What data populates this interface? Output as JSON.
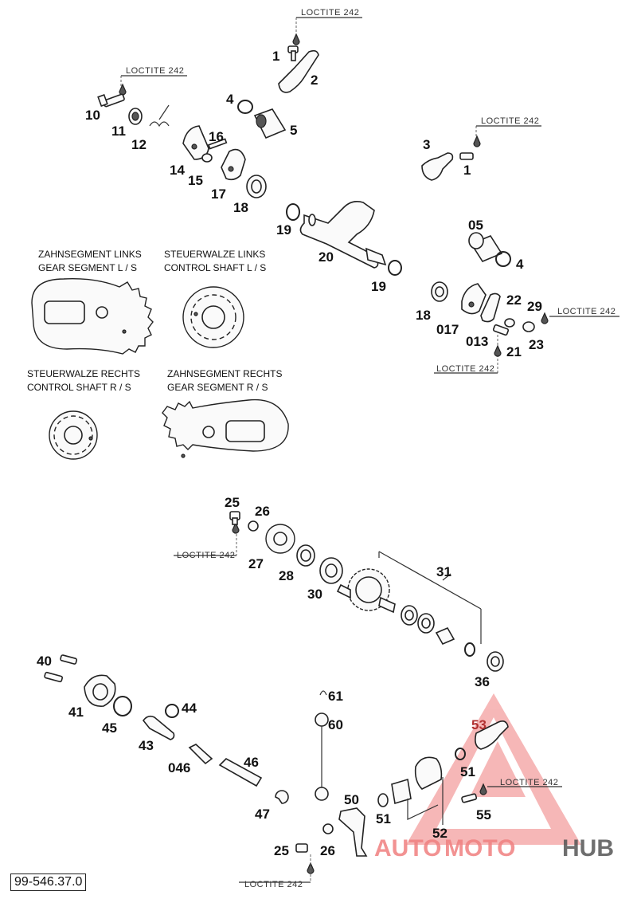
{
  "doc_number": "99-546.37.0",
  "loctite": "LOCTITE 242",
  "captions": {
    "zahnsegment_links": "ZAHNSEGMENT LINKS",
    "gear_segment_ls": "GEAR SEGMENT L / S",
    "steuerwalze_links": "STEUERWALZE LINKS",
    "control_shaft_ls": "CONTROL SHAFT L / S",
    "steuerwalze_rechts": "STEUERWALZE RECHTS",
    "control_shaft_rs": "CONTROL SHAFT R / S",
    "zahnsegment_rechts": "ZAHNSEGMENT RECHTS",
    "gear_segment_rs": "GEAR SEGMENT R / S"
  },
  "watermark": {
    "auto": "AUTO",
    "moto": "MOTO",
    "hub": "HUB",
    "accent": "#f08080",
    "dark": "#555555"
  },
  "part_numbers": {
    "p1a": "1",
    "p2": "2",
    "p4a": "4",
    "p5": "5",
    "p10": "10",
    "p11": "11",
    "p12": "12",
    "p14": "14",
    "p15": "15",
    "p16": "16",
    "p17a": "17",
    "p18a": "18",
    "p3": "3",
    "p1b": "1",
    "p19a": "19",
    "p20": "20",
    "p19b": "19",
    "p05": "05",
    "p4b": "4",
    "p18b": "18",
    "p017": "017",
    "p013": "013",
    "p22": "22",
    "p29": "29",
    "p21": "21",
    "p23": "23",
    "p25a": "25",
    "p26a": "26",
    "p27": "27",
    "p28": "28",
    "p30": "30",
    "p31": "31",
    "p36": "36",
    "p40": "40",
    "p41": "41",
    "p45": "45",
    "p44": "44",
    "p43": "43",
    "p046": "046",
    "p46": "46",
    "p47": "47",
    "p61": "61",
    "p60": "60",
    "p53": "53",
    "p51a": "51",
    "p55": "55",
    "p50": "50",
    "p51b": "51",
    "p52": "52",
    "p25b": "25",
    "p26b": "26"
  }
}
